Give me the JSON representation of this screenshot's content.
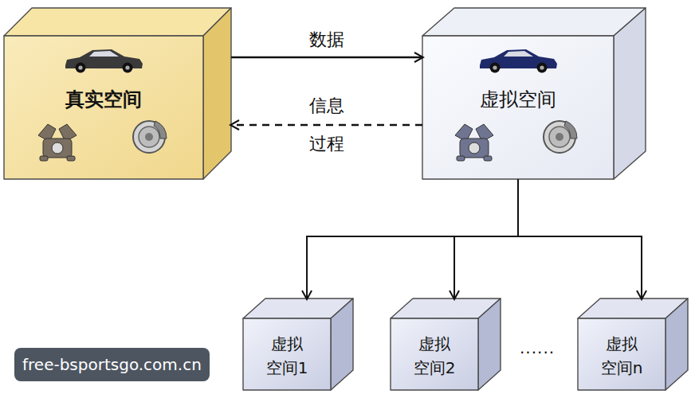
{
  "diagram": {
    "nodes": [
      {
        "text": [
          "真实空间"
        ]
      },
      {
        "text": [
          "虚拟空间"
        ]
      },
      {
        "text": [
          "虚拟 空间1"
        ]
      },
      {
        "text": [
          "虚拟 空间2"
        ]
      },
      {
        "text": [
          "虚拟 空间n"
        ]
      }
    ],
    "edges": [
      {
        "from": 0,
        "to": 1,
        "label": "数据",
        "arrow": "to"
      },
      {
        "from": 1,
        "to": 0,
        "label": "信息 过程",
        "arrow": "to"
      },
      {
        "from": 1,
        "to": 2,
        "arrow": "to"
      },
      {
        "from": 1,
        "to": 3,
        "arrow": "to"
      },
      {
        "from": 1,
        "to": 4,
        "arrow": "to"
      }
    ],
    "labels": [
      "......",
      "free-bsportsgo.com.cn"
    ]
  }
}
